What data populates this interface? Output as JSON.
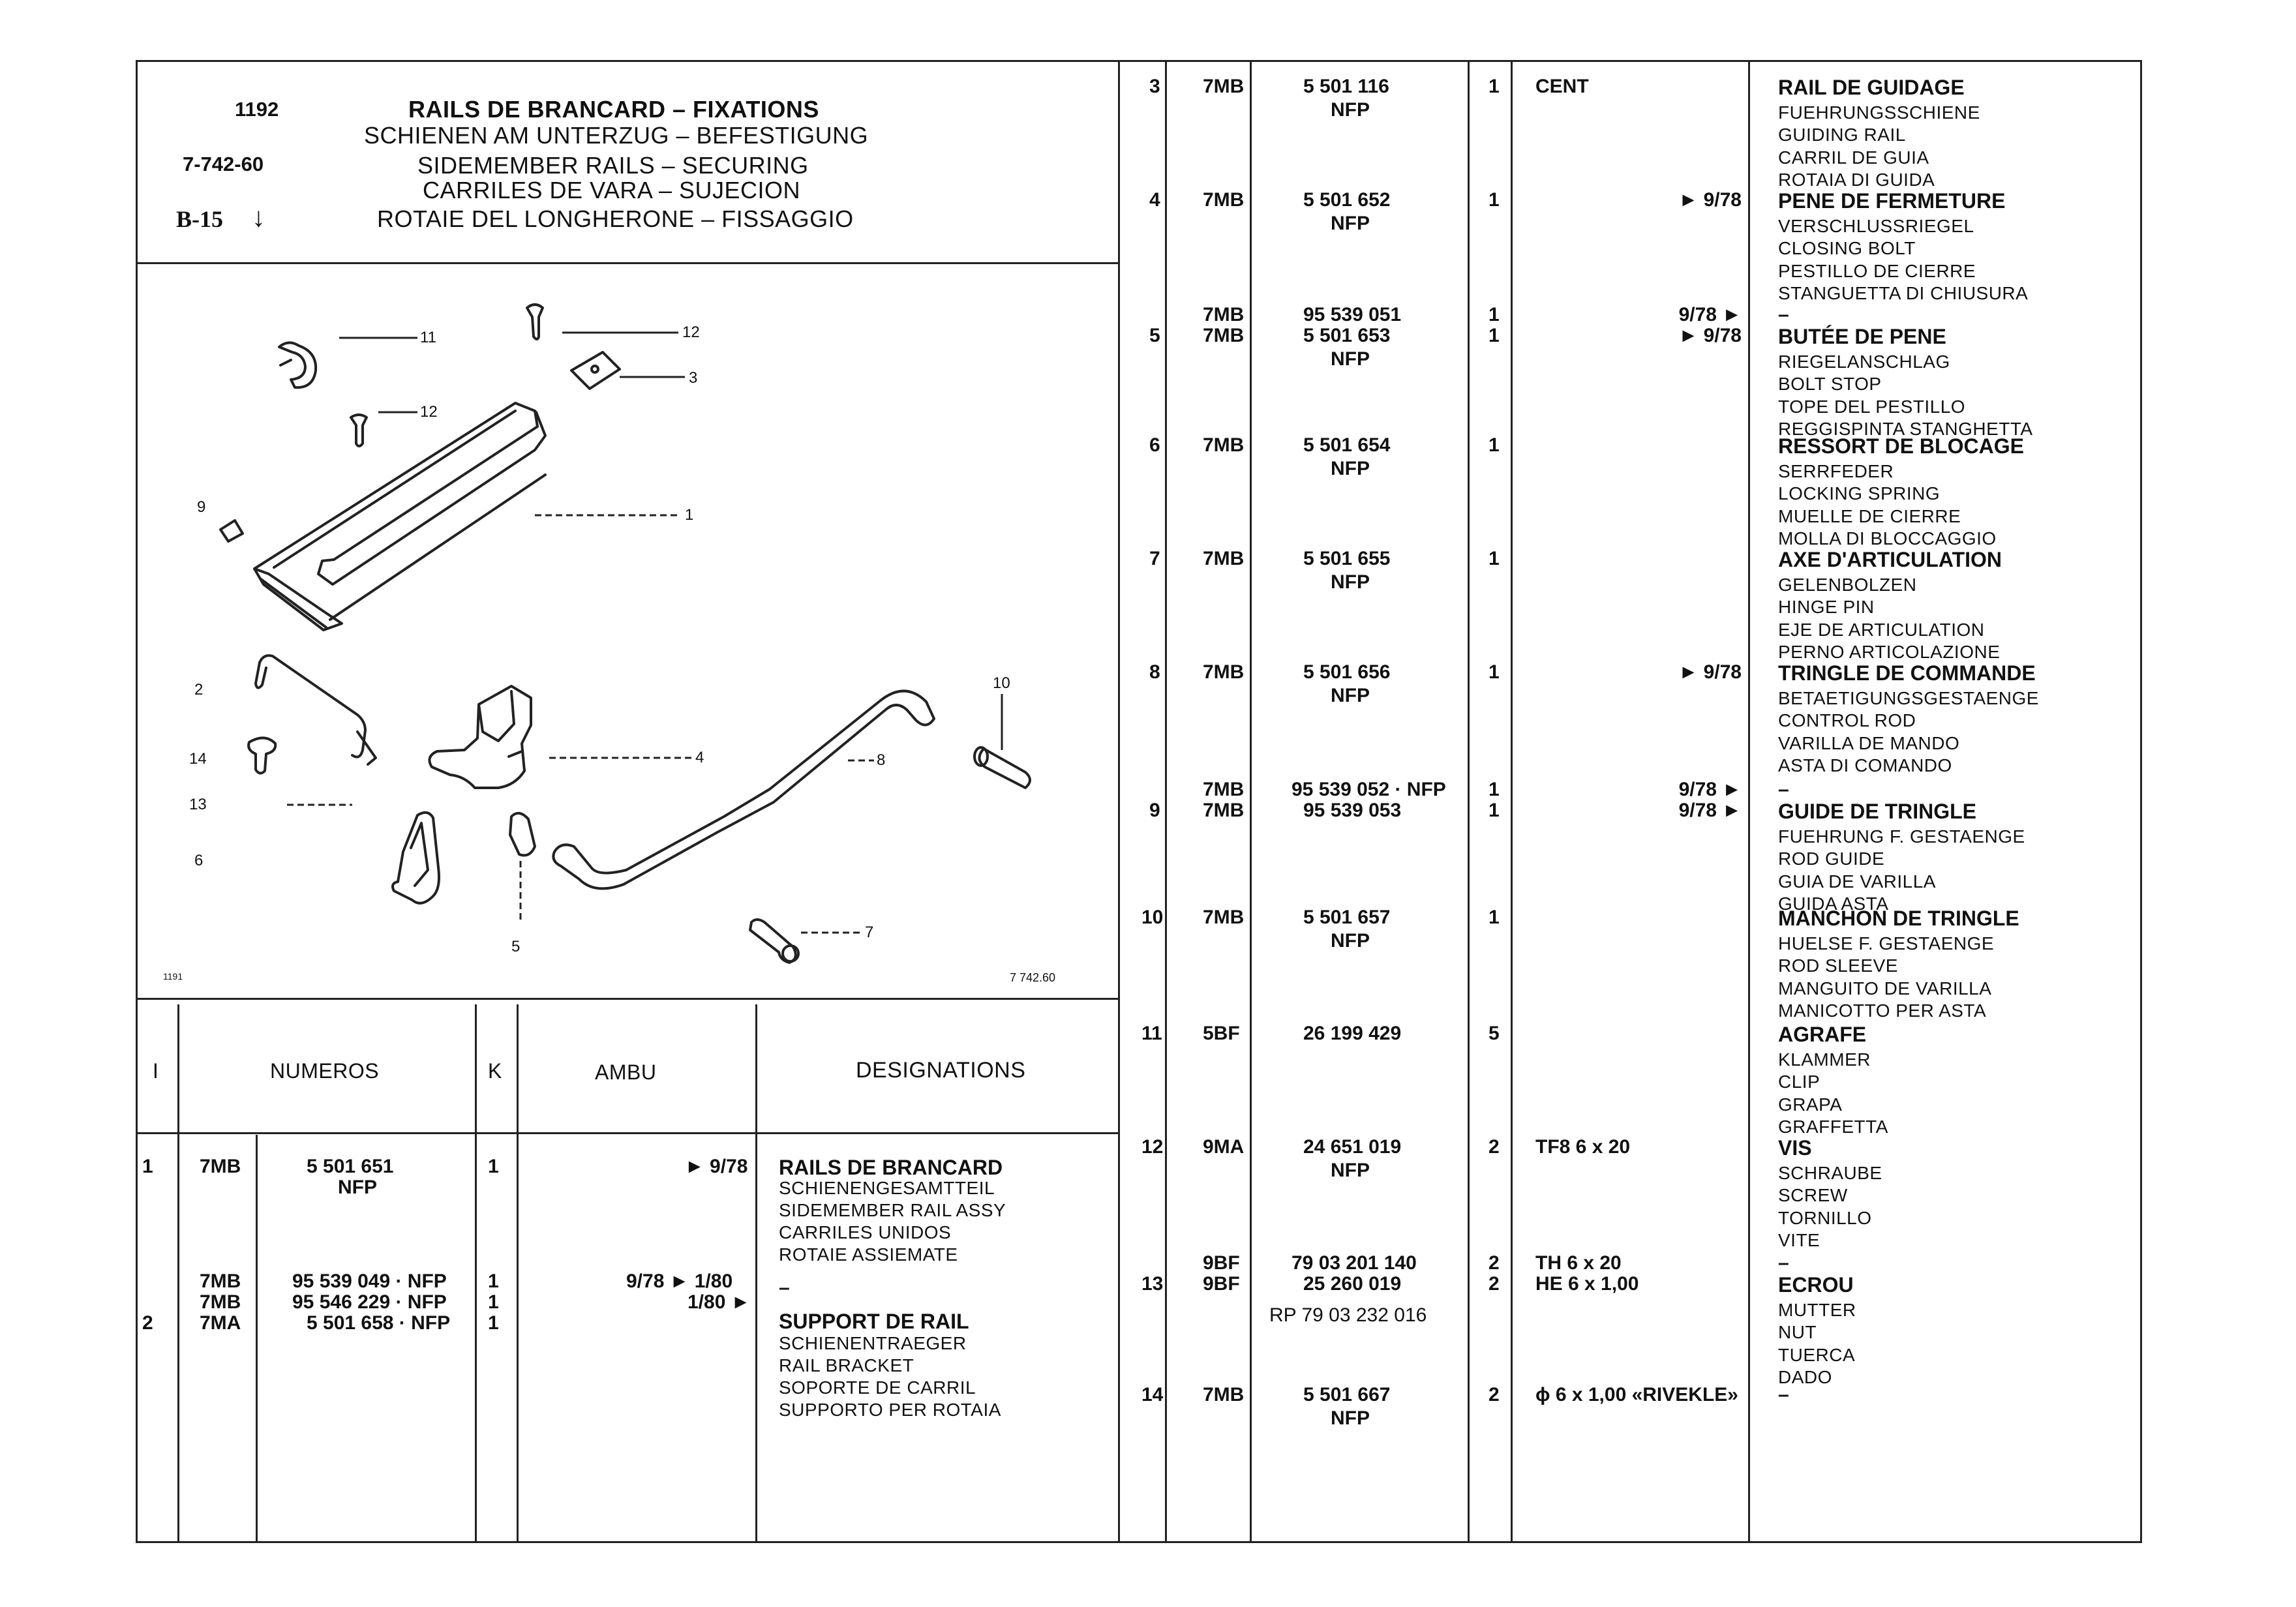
{
  "header": {
    "code": "1192",
    "ref": "7-742-60",
    "sheet": "B-15",
    "sheet_arrow": "↓",
    "titles": [
      "RAILS DE BRANCARD – FIXATIONS",
      "SCHIENEN AM UNTERZUG – BEFESTIGUNG",
      "SIDEMEMBER RAILS – SECURING",
      "CARRILES DE VARA – SUJECION",
      "ROTAIE DEL LONGHERONE – FISSAGGIO"
    ]
  },
  "illustration": {
    "callouts": [
      "1",
      "2",
      "3",
      "4",
      "5",
      "6",
      "7",
      "8",
      "9",
      "10",
      "11",
      "12",
      "12",
      "13",
      "14"
    ],
    "corner_left": "1191",
    "corner_right": "7 742.60"
  },
  "table_head": {
    "col_i": "I",
    "col_numeros": "NUMEROS",
    "col_k": "K",
    "col_ambu": "AMBU",
    "col_designations": "DESIGNATIONS"
  },
  "left_rows": [
    {
      "i": "1",
      "lines": [
        {
          "prefix": "7MB",
          "number": "5 501 651",
          "k": "1",
          "ambu": "► 9/78"
        },
        {
          "prefix": "",
          "number": "NFP",
          "k": "",
          "ambu": ""
        }
      ],
      "designations": [
        "RAILS DE BRANCARD",
        "SCHIENENGESAMTTEIL",
        "SIDEMEMBER RAIL ASSY",
        "CARRILES UNIDOS",
        "ROTAIE ASSIEMATE"
      ]
    },
    {
      "i": "",
      "lines": [
        {
          "prefix": "7MB",
          "number": "95 539 049 · NFP",
          "k": "1",
          "ambu": "9/78 ► 1/80"
        },
        {
          "prefix": "7MB",
          "number": "95 546 229 · NFP",
          "k": "1",
          "ambu": "1/80 ►"
        }
      ],
      "designations": [
        "–"
      ]
    },
    {
      "i": "2",
      "lines": [
        {
          "prefix": "7MA",
          "number": "5 501 658 · NFP",
          "k": "1",
          "ambu": ""
        }
      ],
      "designations": [
        "SUPPORT DE RAIL",
        "SCHIENENTRAEGER",
        "RAIL BRACKET",
        "SOPORTE DE CARRIL",
        "SUPPORTO PER ROTAIA"
      ]
    }
  ],
  "right_rows": [
    {
      "i": "3",
      "prefix": "7MB",
      "number": [
        "5 501 116",
        "NFP"
      ],
      "k": "1",
      "ambu": "CENT",
      "designations": [
        "RAIL DE GUIDAGE",
        "FUEHRUNGSSCHIENE",
        "GUIDING RAIL",
        "CARRIL DE GUIA",
        "ROTAIA DI GUIDA"
      ]
    },
    {
      "i": "4",
      "prefix": "7MB",
      "number": [
        "5 501 652",
        "NFP"
      ],
      "k": "1",
      "ambu": "► 9/78",
      "designations": [
        "PENE DE FERMETURE",
        "VERSCHLUSSRIEGEL",
        "CLOSING BOLT",
        "PESTILLO DE CIERRE",
        "STANGUETTA DI CHIUSURA"
      ]
    },
    {
      "i": "",
      "prefix": "7MB",
      "number": [
        "95 539 051"
      ],
      "k": "1",
      "ambu": "9/78 ►",
      "designations": [
        "–"
      ]
    },
    {
      "i": "5",
      "prefix": "7MB",
      "number": [
        "5 501 653",
        "NFP"
      ],
      "k": "1",
      "ambu": "► 9/78",
      "designations": [
        "BUTÉE DE PENE",
        "RIEGELANSCHLAG",
        "BOLT STOP",
        "TOPE DEL PESTILLO",
        "REGGISPINTA STANGHETTA"
      ]
    },
    {
      "i": "6",
      "prefix": "7MB",
      "number": [
        "5 501 654",
        "NFP"
      ],
      "k": "1",
      "ambu": "",
      "designations": [
        "RESSORT DE BLOCAGE",
        "SERRFEDER",
        "LOCKING SPRING",
        "MUELLE DE CIERRE",
        "MOLLA DI BLOCCAGGIO"
      ]
    },
    {
      "i": "7",
      "prefix": "7MB",
      "number": [
        "5 501 655",
        "NFP"
      ],
      "k": "1",
      "ambu": "",
      "designations": [
        "AXE D'ARTICULATION",
        "GELENBOLZEN",
        "HINGE PIN",
        "EJE DE ARTICULATION",
        "PERNO ARTICOLAZIONE"
      ]
    },
    {
      "i": "8",
      "prefix": "7MB",
      "number": [
        "5 501 656",
        "NFP"
      ],
      "k": "1",
      "ambu": "► 9/78",
      "designations": [
        "TRINGLE DE COMMANDE",
        "BETAETIGUNGSGESTAENGE",
        "CONTROL ROD",
        "VARILLA DE MANDO",
        "ASTA DI COMANDO"
      ]
    },
    {
      "i": "",
      "prefix": "7MB",
      "number": [
        "95 539 052 · NFP"
      ],
      "k": "1",
      "ambu": "9/78 ►",
      "designations": [
        "–"
      ]
    },
    {
      "i": "9",
      "prefix": "7MB",
      "number": [
        "95 539 053"
      ],
      "k": "1",
      "ambu": "9/78 ►",
      "designations": [
        "GUIDE DE TRINGLE",
        "FUEHRUNG F. GESTAENGE",
        "ROD GUIDE",
        "GUIA DE VARILLA",
        "GUIDA ASTA"
      ]
    },
    {
      "i": "10",
      "prefix": "7MB",
      "number": [
        "5 501 657",
        "NFP"
      ],
      "k": "1",
      "ambu": "",
      "designations": [
        "MANCHON DE TRINGLE",
        "HUELSE F. GESTAENGE",
        "ROD SLEEVE",
        "MANGUITO DE VARILLA",
        "MANICOTTO PER ASTA"
      ]
    },
    {
      "i": "11",
      "prefix": "5BF",
      "number": [
        "26 199 429"
      ],
      "k": "5",
      "ambu": "",
      "designations": [
        "AGRAFE",
        "KLAMMER",
        "CLIP",
        "GRAPA",
        "GRAFFETTA"
      ]
    },
    {
      "i": "12",
      "prefix": "9MA",
      "number": [
        "24 651 019",
        "NFP"
      ],
      "k": "2",
      "ambu": "TF8 6 x 20",
      "designations": [
        "VIS",
        "SCHRAUBE",
        "SCREW",
        "TORNILLO",
        "VITE"
      ]
    },
    {
      "i": "",
      "prefix": "9BF",
      "number": [
        "79 03 201 140"
      ],
      "k": "2",
      "ambu": "TH 6 x 20",
      "designations": [
        "–"
      ]
    },
    {
      "i": "13",
      "prefix": "9BF",
      "number": [
        "25 260 019",
        "RP 79 03 232 016"
      ],
      "k": "2",
      "ambu": "HE 6 x 1,00",
      "designations": [
        "ECROU",
        "MUTTER",
        "NUT",
        "TUERCA",
        "DADO"
      ]
    },
    {
      "i": "14",
      "prefix": "7MB",
      "number": [
        "5 501 667",
        "NFP"
      ],
      "k": "2",
      "ambu": "ϕ 6 x 1,00 «RIVEKLE»",
      "designations": [
        "–"
      ]
    }
  ]
}
